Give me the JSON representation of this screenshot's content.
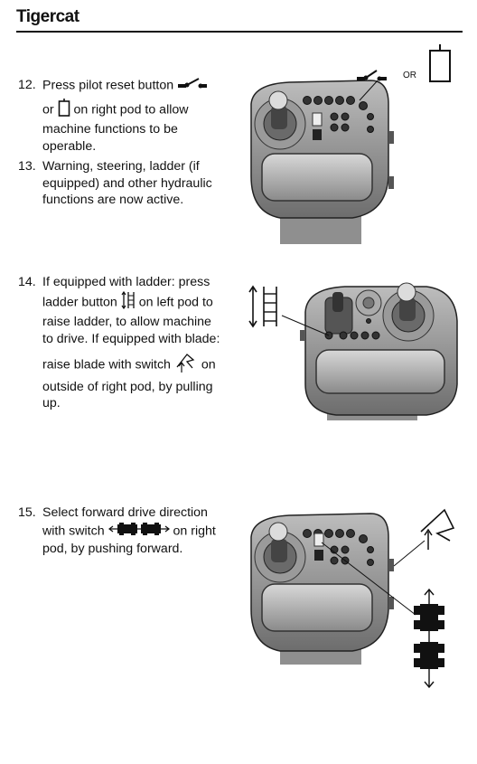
{
  "header": {
    "brand": "Tigercat"
  },
  "steps": [
    {
      "number": "12.",
      "line1_before": "Press pilot reset button",
      "line2_before": "or",
      "line2_after": "on right pod to allow",
      "line3": "machine functions to be",
      "line4": "operable."
    },
    {
      "number": "13.",
      "line1": "Warning, steering, ladder (if",
      "line2": "equipped) and other hydraulic",
      "line3": "functions are now active."
    },
    {
      "number": "14.",
      "line1": "If equipped with ladder: press",
      "line2_before": "ladder button",
      "line2_after": "on left pod to",
      "line3": "raise ladder, to allow machine",
      "line4": "to drive. If equipped with blade:",
      "line5_before": "raise blade with switch",
      "line5_after": "on",
      "line6": "outside of right pod, by pulling",
      "line7": "up."
    },
    {
      "number": "15.",
      "line1": "Select forward drive direction",
      "line2_before": "with switch",
      "line2_after": "on right",
      "line3": "pod, by pushing forward."
    }
  ],
  "figure1": {
    "or_label": "OR"
  },
  "icons": [
    "pilot-reset-switch-icon",
    "pilot-reset-button-icon",
    "ladder-icon",
    "blade-icon",
    "drive-direction-icon",
    "joystick-icon"
  ]
}
